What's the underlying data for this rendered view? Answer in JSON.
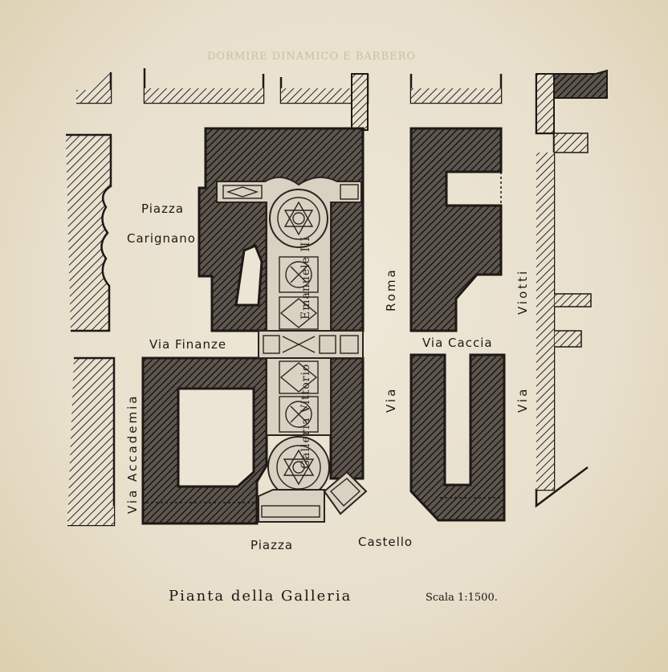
{
  "map": {
    "faint_header": "DORMIRE DINAMICO E BARBERO",
    "streets": {
      "piazza_carignano_1": "Piazza",
      "piazza_carignano_2": "Carignano",
      "via_finanze": "Via   Finanze",
      "via_accademia": "Via Accademia",
      "via_roma_1": "Via",
      "via_roma_2": "Roma",
      "via_caccia": "Via  Caccia",
      "via_viotti_1": "Via",
      "via_viotti_2": "Viotti",
      "piazza_castello_1": "Piazza",
      "piazza_castello_2": "Castello"
    },
    "gallery_name_north": "Emanuele III",
    "gallery_name_south": "Galleria Vittorio",
    "caption": "Pianta della Galleria",
    "scale": "Scala 1:1500."
  },
  "colors": {
    "paper": "#e9e1d0",
    "ink": "#1d1915"
  }
}
